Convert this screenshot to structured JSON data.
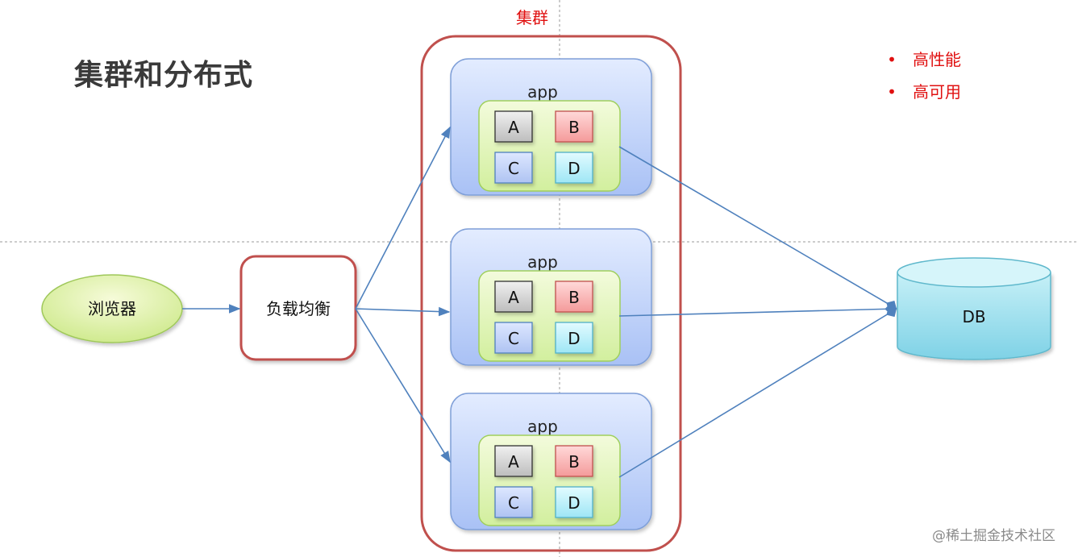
{
  "title": "集群和分布式",
  "cluster_label": "集群",
  "bullets": [
    "高性能",
    "高可用"
  ],
  "browser": "浏览器",
  "load_balancer": "负载均衡",
  "app_label": "app",
  "modules": [
    "A",
    "B",
    "C",
    "D"
  ],
  "db_label": "DB",
  "watermark": "@稀土掘金技术社区",
  "colors": {
    "accent_red": "#e01010",
    "cluster_border": "#c0504d",
    "arrow": "#4f81bd"
  }
}
